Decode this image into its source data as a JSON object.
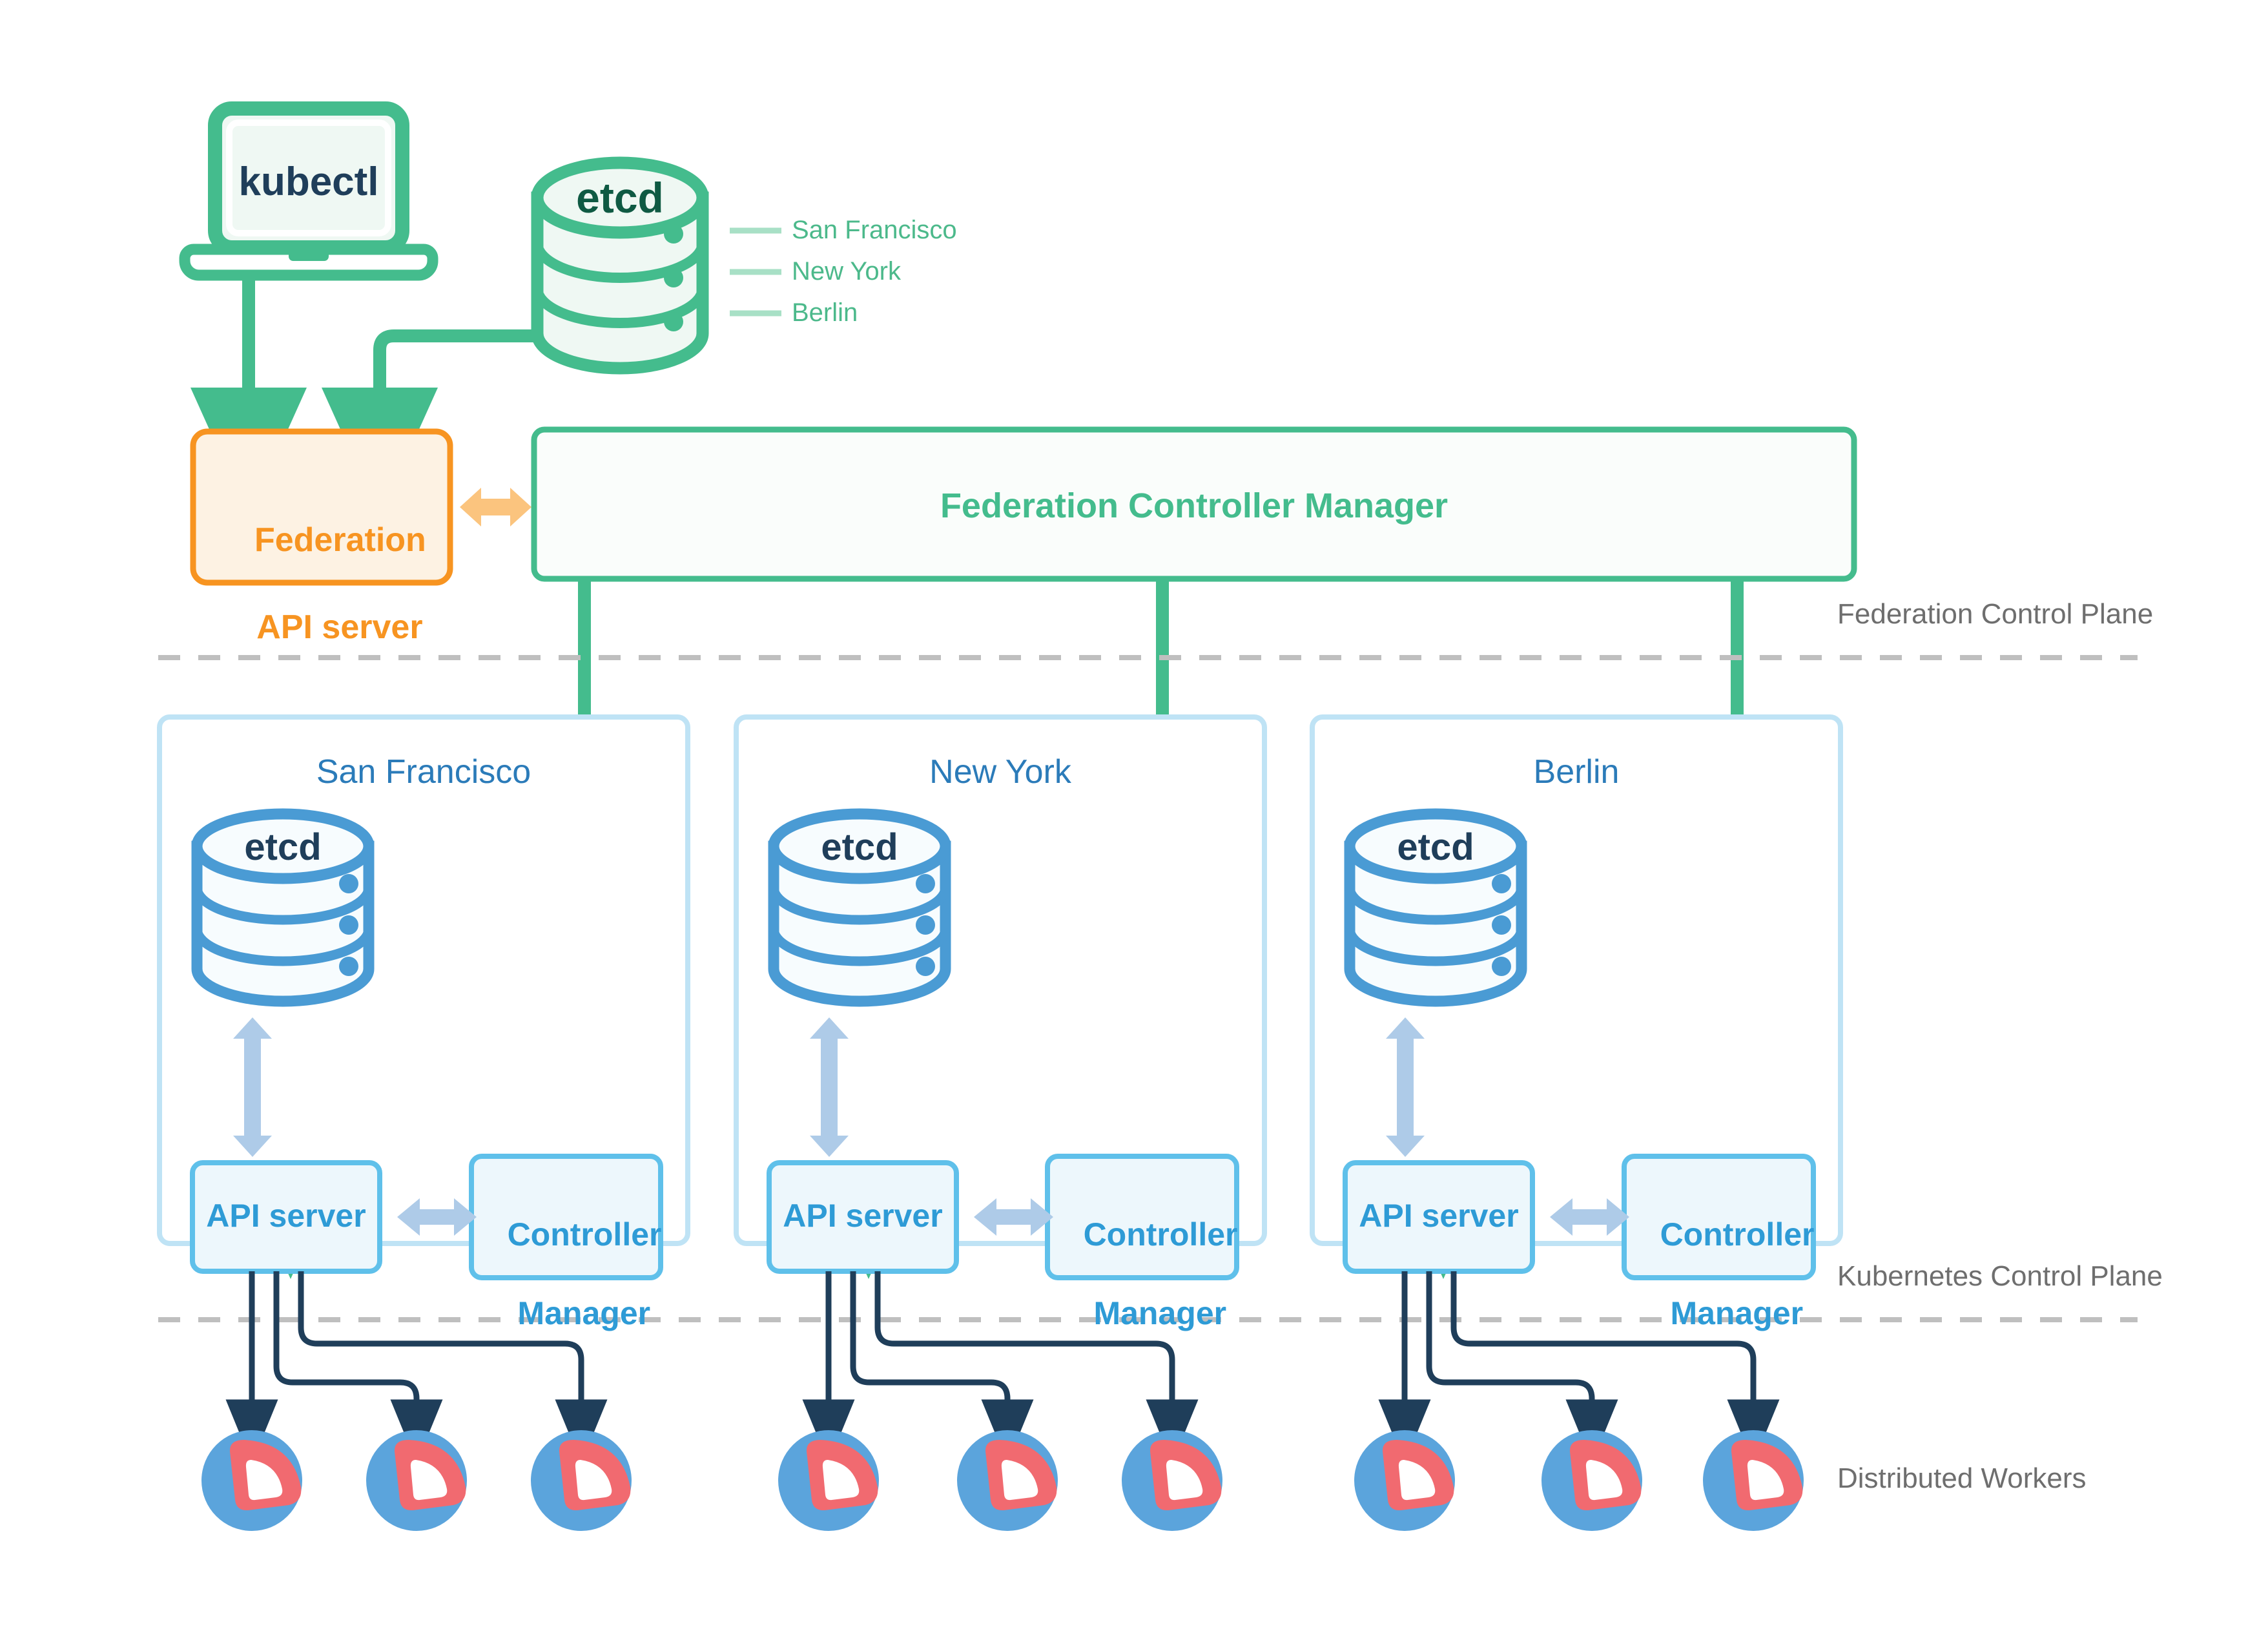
{
  "diagram": {
    "title": "Kubernetes Federation Architecture",
    "colors": {
      "green": "#44BC8D",
      "green_dark": "#0F5A43",
      "green_light": "#A8E0C6",
      "green_fill": "#EFF8F3",
      "orange": "#F79421",
      "orange_fill": "#FDF2E3",
      "orange_arrow": "#FBC47E",
      "blue": "#2E9BD6",
      "blue_mid": "#4A9BD4",
      "blue_light": "#AECBE8",
      "blue_panel_border": "#BFE3F5",
      "blue_fill": "#EDF7FC",
      "navy": "#1F3E5A",
      "gray": "#6E6E6E",
      "gray_dash": "#BFBFBF",
      "worker_blue": "#5BA4DC",
      "worker_red": "#F16A70",
      "white": "#FFFFFF"
    }
  },
  "federation": {
    "kubectl_label": "kubectl",
    "etcd_label": "etcd",
    "etcd_regions": [
      "San Francisco",
      "New York",
      "Berlin"
    ],
    "api_server_line1": "Federation",
    "api_server_line2": "API server",
    "controller_manager_label": "Federation Controller Manager"
  },
  "planes": {
    "federation_label": "Federation Control Plane",
    "kubernetes_label": "Kubernetes Control Plane",
    "workers_label": "Distributed Workers"
  },
  "clusters": [
    {
      "name": "San Francisco",
      "etcd_label": "etcd",
      "api_server_label": "API server",
      "controller_manager_line1": "Controller",
      "controller_manager_line2": "Manager",
      "worker_count": 3
    },
    {
      "name": "New York",
      "etcd_label": "etcd",
      "api_server_label": "API server",
      "controller_manager_line1": "Controller",
      "controller_manager_line2": "Manager",
      "worker_count": 3
    },
    {
      "name": "Berlin",
      "etcd_label": "etcd",
      "api_server_label": "API server",
      "controller_manager_line1": "Controller",
      "controller_manager_line2": "Manager",
      "worker_count": 3
    }
  ],
  "icons": {
    "laptop": "laptop-icon",
    "database": "database-cylinder-icon",
    "worker": "container-worker-icon",
    "arrow_down": "arrow-down-icon",
    "arrow_bidirectional": "arrow-bidirectional-icon"
  }
}
